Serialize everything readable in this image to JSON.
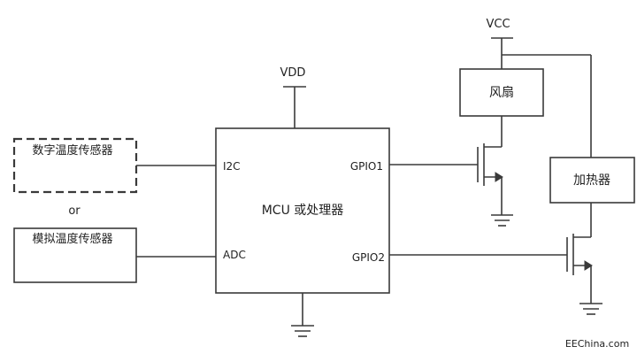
{
  "labels": {
    "vcc": "VCC",
    "vdd": "VDD",
    "fan": "风扇",
    "heater": "加热器",
    "mcu": "MCU 或处理器",
    "digital_sensor": "数字温度传感器",
    "or": "or",
    "analog_sensor": "模拟温度传感器",
    "i2c": "I2C",
    "adc": "ADC",
    "gpio1": "GPIO1",
    "gpio2": "GPIO2",
    "watermark": "EEChina.com"
  },
  "colors": {
    "line": "#3a3a3a",
    "text": "#222222",
    "background": "#ffffff"
  },
  "icons": [
    "nmos-transistor-icon",
    "ground-icon"
  ]
}
